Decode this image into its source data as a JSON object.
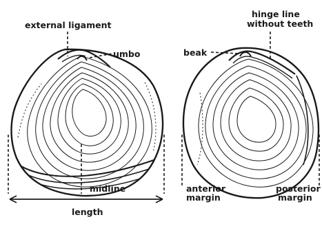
{
  "left_shell": {
    "labels": {
      "external_ligament": "external ligament",
      "umbo": "umbo",
      "midline": "midline",
      "length": "length"
    }
  },
  "right_shell": {
    "labels": {
      "hinge_line_1": "hinge line",
      "hinge_line_2": "without teeth",
      "beak": "beak",
      "anterior_1": "anterior",
      "anterior_2": "margin",
      "posterior_1": "posterior",
      "posterior_2": "margin"
    }
  },
  "colors": {
    "ink": "#1a1a1a",
    "background": "#ffffff"
  }
}
